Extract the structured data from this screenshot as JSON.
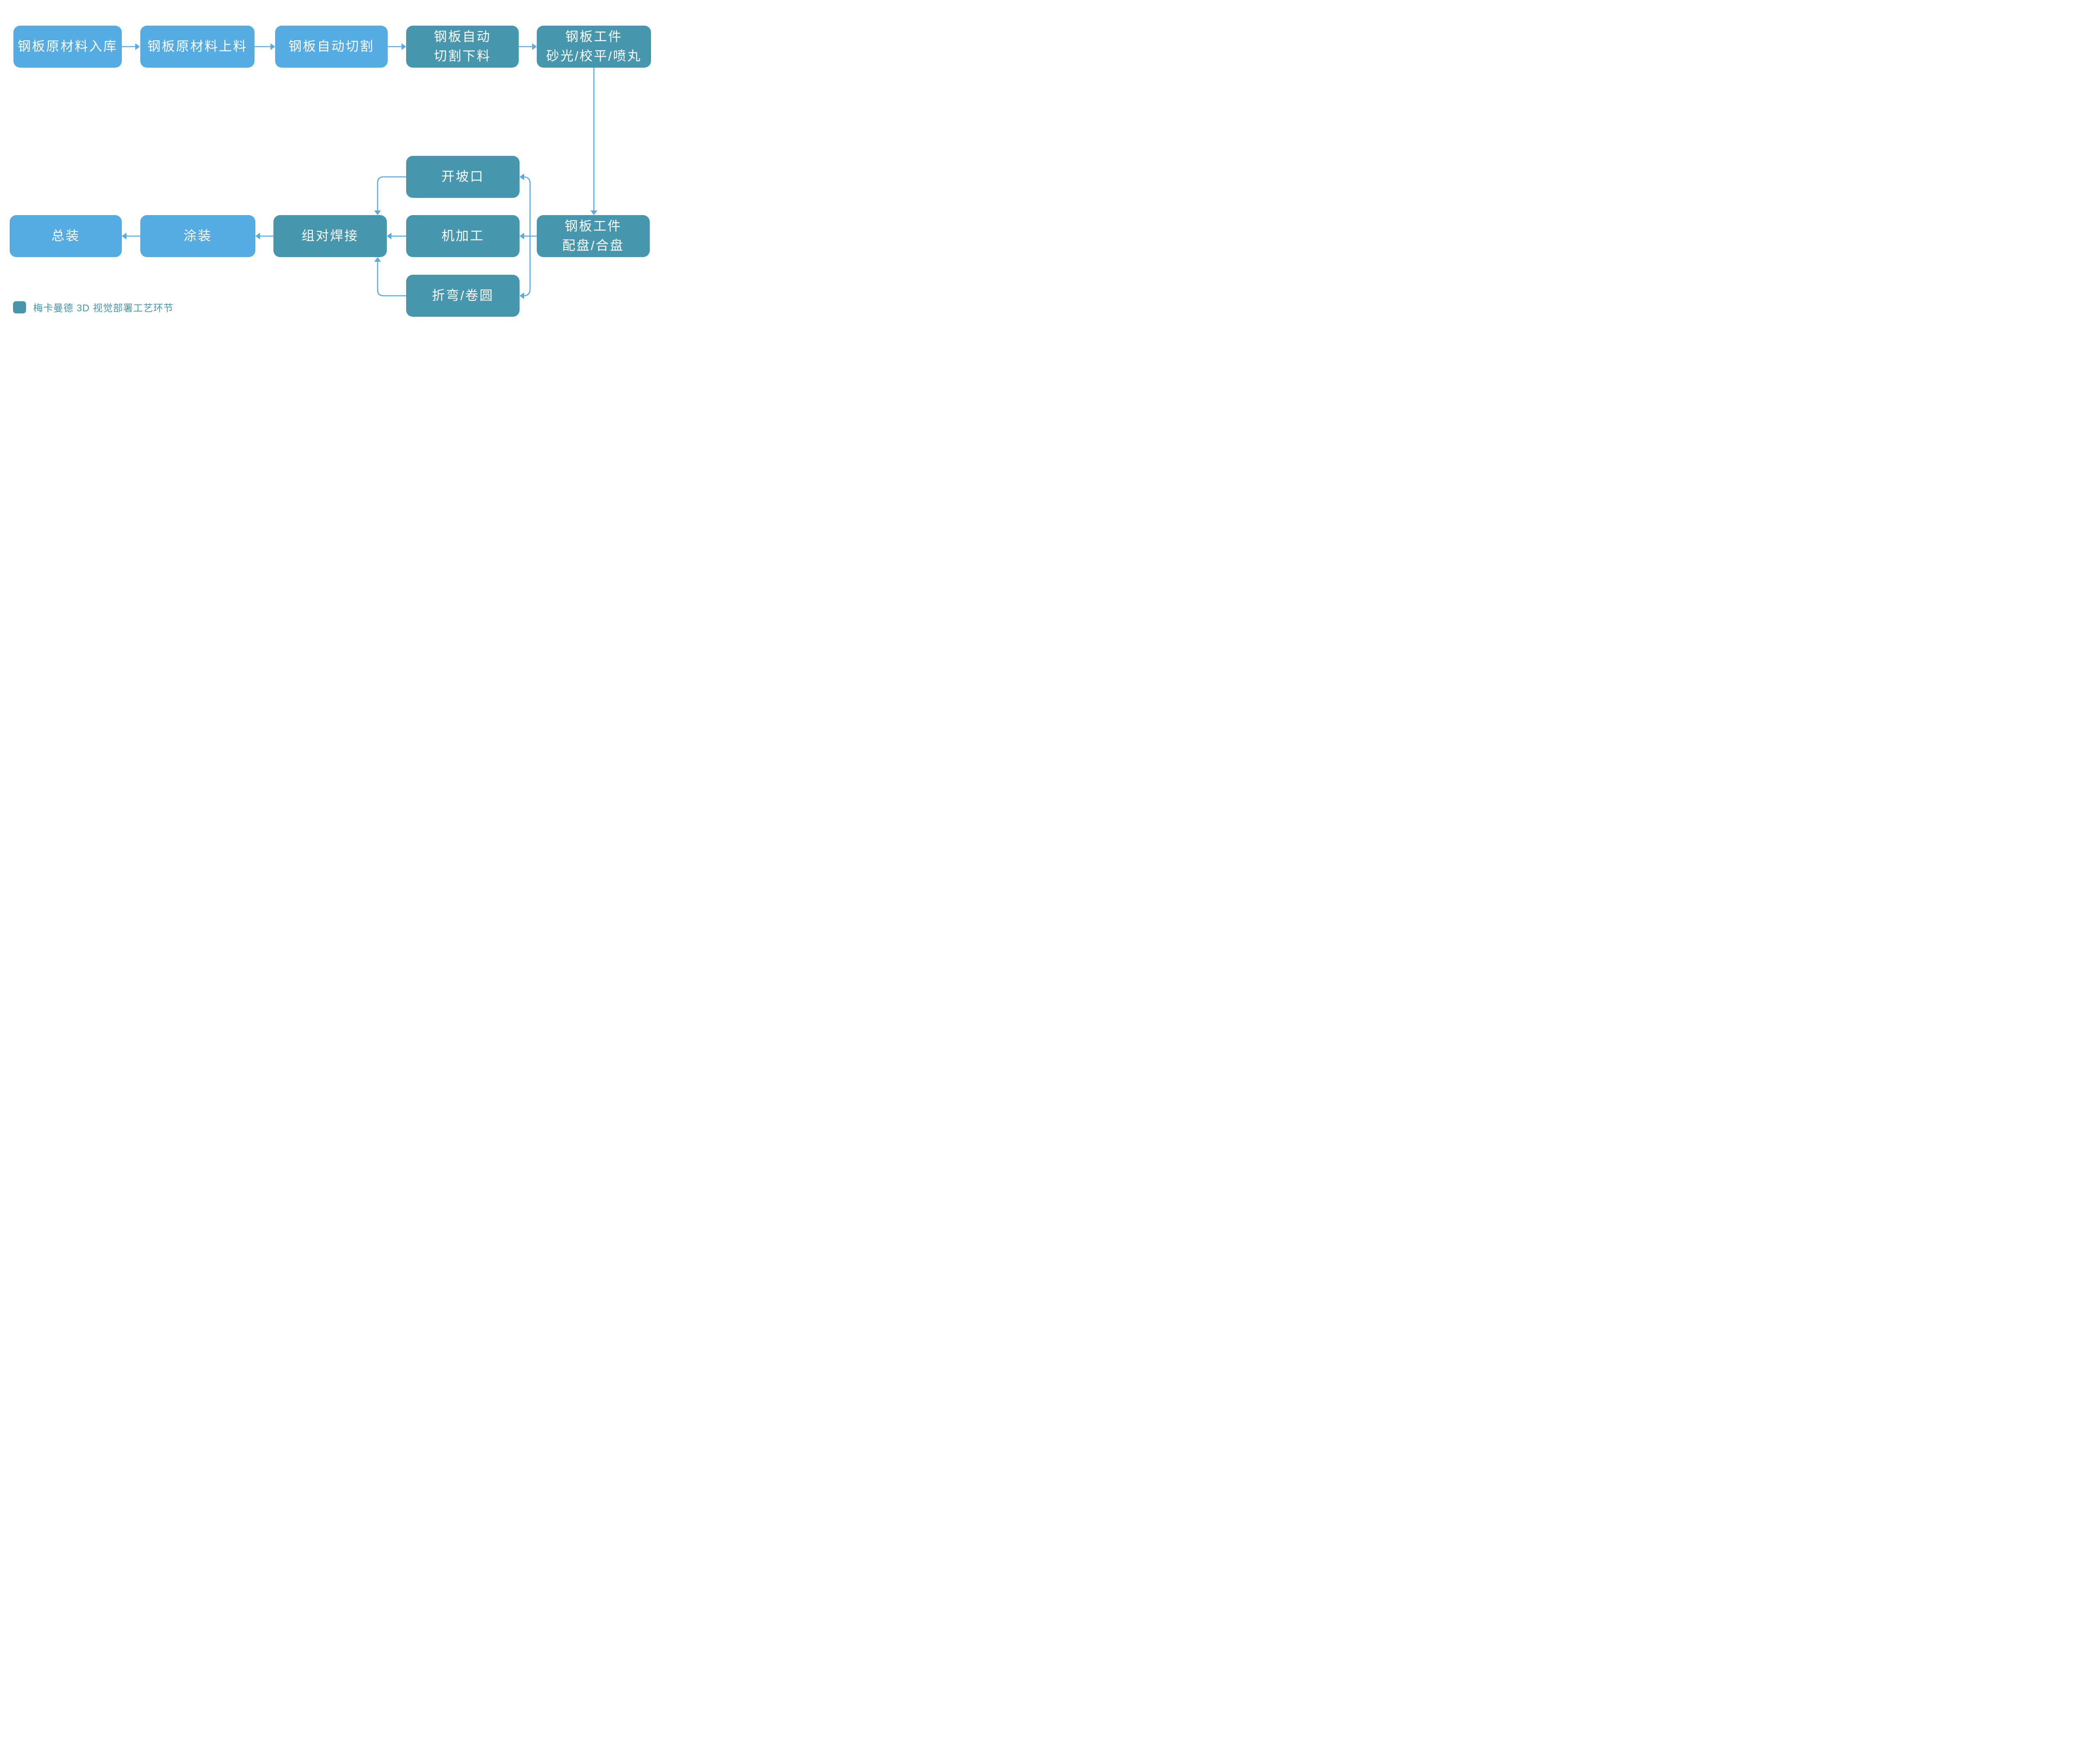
{
  "colors": {
    "primary_box": "#55ACE3",
    "vision_box": "#4697AE",
    "arrow": "#5AAAE8",
    "box_text": "#FFFFFF",
    "legend_text": "#4697AE",
    "page_bg": "#FFFFFF"
  },
  "nodes": [
    {
      "id": "raw-material-inbound",
      "label": "钢板原材料入库",
      "vision": false
    },
    {
      "id": "raw-material-loading",
      "label": "钢板原材料上料",
      "vision": false
    },
    {
      "id": "auto-cutting",
      "label": "钢板自动切割",
      "vision": false
    },
    {
      "id": "cutting-unloading",
      "label": "钢板自动\n切割下料",
      "vision": true
    },
    {
      "id": "sanding-leveling-shot",
      "label": "钢板工件\n砂光/校平/喷丸",
      "vision": true
    },
    {
      "id": "beveling",
      "label": "开坡口",
      "vision": true
    },
    {
      "id": "palletizing",
      "label": "钢板工件\n配盘/合盘",
      "vision": true
    },
    {
      "id": "machining",
      "label": "机加工",
      "vision": true
    },
    {
      "id": "bending-rolling",
      "label": "折弯/卷圆",
      "vision": true
    },
    {
      "id": "fitup-welding",
      "label": "组对焊接",
      "vision": true
    },
    {
      "id": "painting",
      "label": "涂装",
      "vision": false
    },
    {
      "id": "final-assembly",
      "label": "总装",
      "vision": false
    }
  ],
  "edges": [
    {
      "from": "raw-material-inbound",
      "to": "raw-material-loading"
    },
    {
      "from": "raw-material-loading",
      "to": "auto-cutting"
    },
    {
      "from": "auto-cutting",
      "to": "cutting-unloading"
    },
    {
      "from": "cutting-unloading",
      "to": "sanding-leveling-shot"
    },
    {
      "from": "sanding-leveling-shot",
      "to": "palletizing"
    },
    {
      "from": "palletizing",
      "to": "beveling"
    },
    {
      "from": "palletizing",
      "to": "machining"
    },
    {
      "from": "palletizing",
      "to": "bending-rolling"
    },
    {
      "from": "beveling",
      "to": "fitup-welding"
    },
    {
      "from": "machining",
      "to": "fitup-welding"
    },
    {
      "from": "bending-rolling",
      "to": "fitup-welding"
    },
    {
      "from": "fitup-welding",
      "to": "painting"
    },
    {
      "from": "painting",
      "to": "final-assembly"
    }
  ],
  "legend": {
    "label": "梅卡曼德 3D 视觉部署工艺环节"
  }
}
